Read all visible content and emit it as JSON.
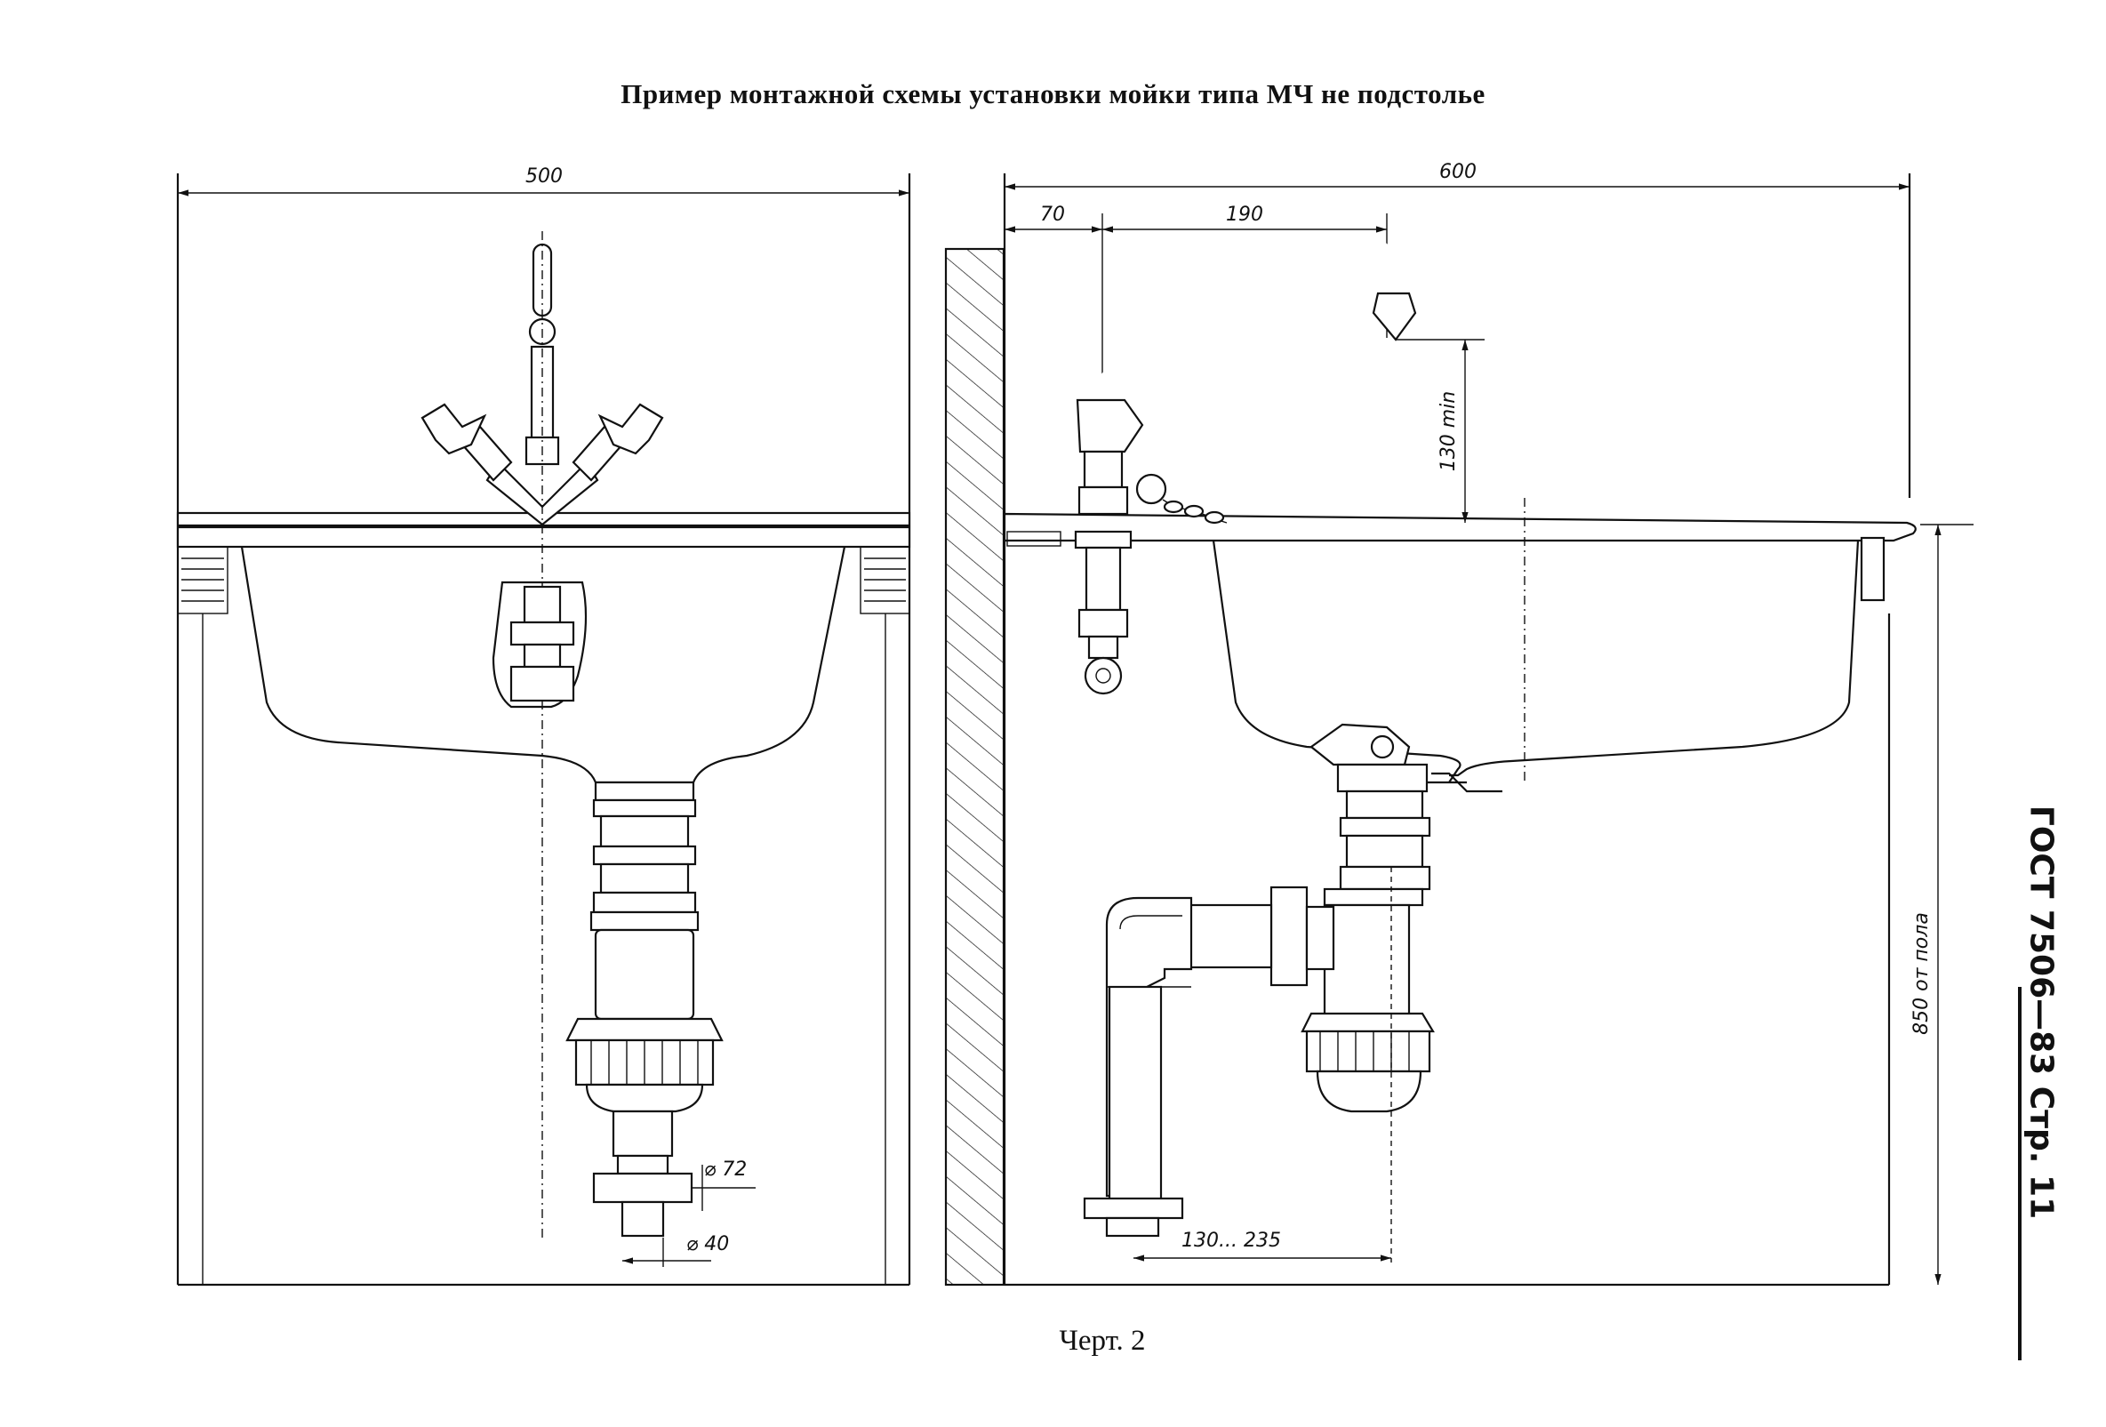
{
  "title": "Пример монтажной схемы установки мойки типа МЧ не подстолье",
  "caption": "Черт. 2",
  "side_header": "ГОСТ 7506—83 Стр. 11",
  "front_view": {
    "width_dim": "500",
    "drain_outer_dim": "⌀ 72",
    "drain_inner_dim": "⌀ 40"
  },
  "side_view": {
    "width_dim": "600",
    "wall_offset_dim": "70",
    "spout_reach_dim": "190",
    "spout_clearance_dim": "130 min",
    "floor_height_dim": "850 от пола",
    "drain_offset_dim": "130... 235"
  }
}
